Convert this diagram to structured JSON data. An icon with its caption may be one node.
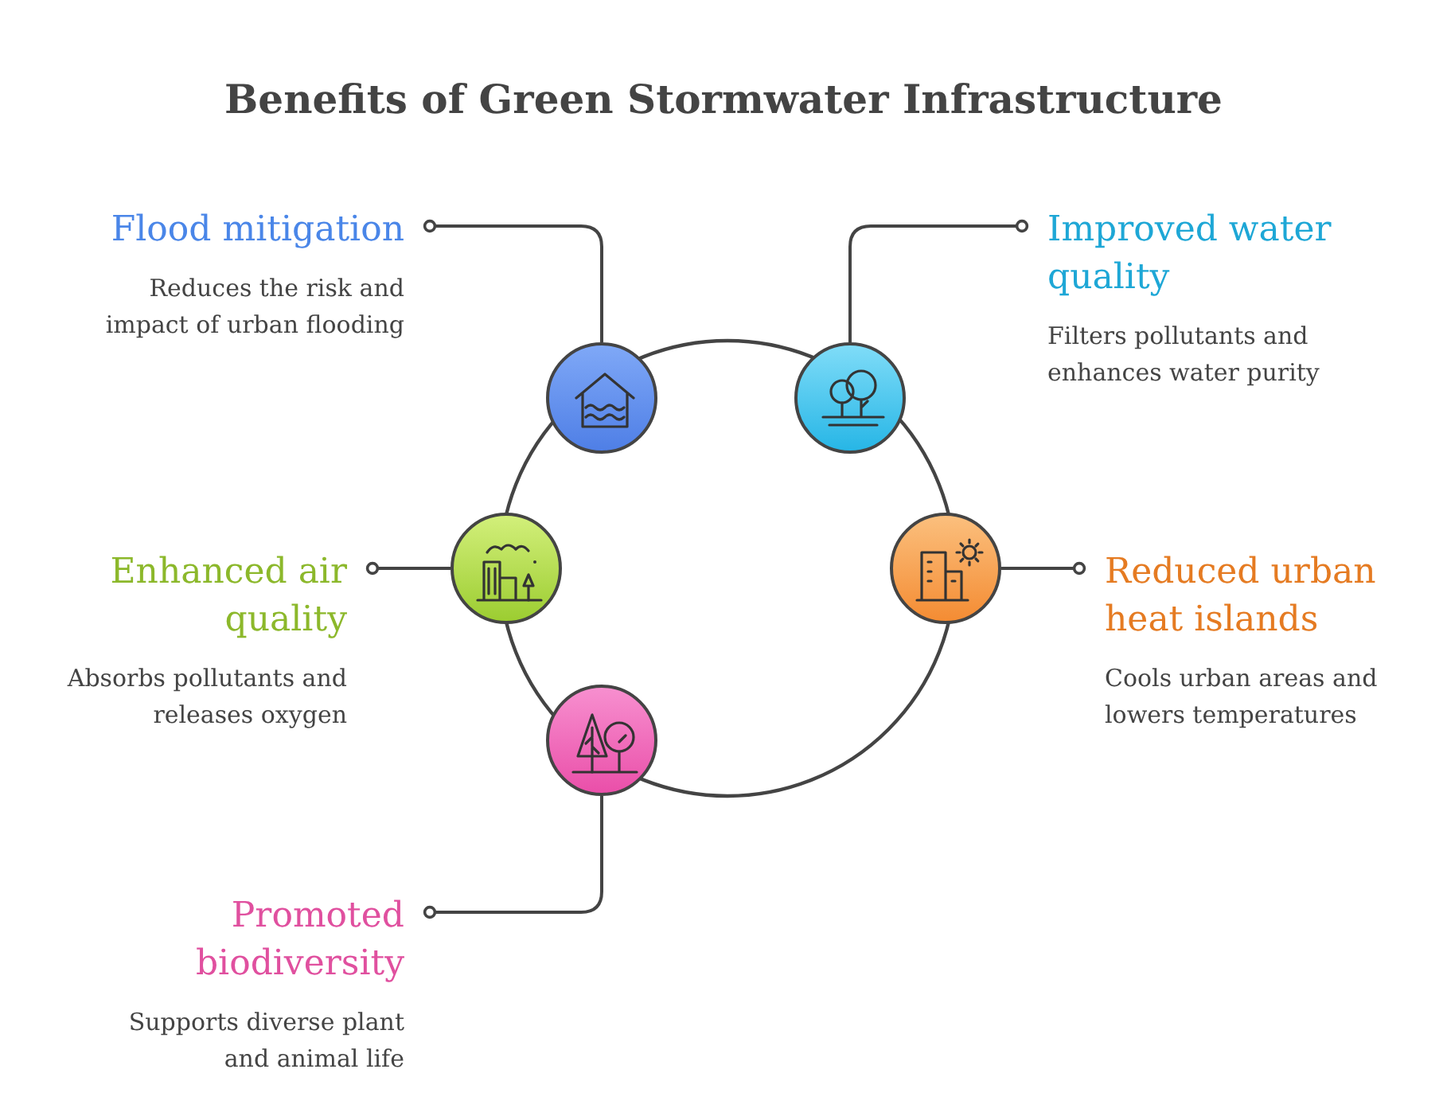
{
  "diagram": {
    "title": "Benefits of Green Stormwater Infrastructure",
    "nodes": [
      {
        "text": [
          "Flood mitigation",
          "Reduces the risk and impact of urban flooding"
        ]
      },
      {
        "text": [],
        "shape": "circle"
      },
      {
        "text": [
          "Improved water quality",
          "Filters pollutants and enhances water purity"
        ]
      },
      {
        "text": [],
        "shape": "circle"
      },
      {
        "text": [
          "Enhanced air quality",
          "Absorbs pollutants and releases oxygen"
        ]
      },
      {
        "text": [],
        "shape": "circle"
      },
      {
        "text": [],
        "shape": "circle"
      },
      {
        "text": [
          "Reduced urban heat islands",
          "Cools urban areas and lowers temperatures"
        ]
      },
      {
        "text": [],
        "shape": "circle"
      },
      {
        "text": [
          "Promoted biodiversity",
          "Supports diverse plant and animal life"
        ]
      }
    ],
    "edges": [
      {
        "from": 0,
        "to": 1,
        "arrow": "other"
      },
      {
        "from": 2,
        "to": 3,
        "arrow": "other"
      },
      {
        "from": 4,
        "to": 5,
        "arrow": "other"
      },
      {
        "from": 7,
        "to": 6,
        "arrow": "other"
      },
      {
        "from": 9,
        "to": 8,
        "arrow": "other"
      }
    ]
  }
}
